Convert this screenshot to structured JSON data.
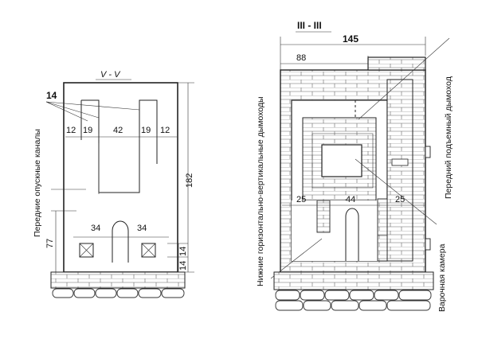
{
  "left_view": {
    "section_title": "V - V",
    "top_dims": [
      "12",
      "19",
      "42",
      "19",
      "12"
    ],
    "channel_dim": "14",
    "lower_dims": [
      "34",
      "34"
    ],
    "height_dim": "182",
    "left_height_dim": "77",
    "right_small_dims": [
      "14",
      "14"
    ],
    "side_label": "Передние опускные каналы"
  },
  "right_view": {
    "section_title": "III - III",
    "width_total": "145",
    "width_partial": "88",
    "lower_dims": [
      "25",
      "44",
      "25"
    ],
    "label_left": "Нижние горизонтально-вертикальные дымоходы",
    "label_right_top": "Передний подъемный дымоход",
    "label_right_bottom": "Варочная камера"
  }
}
